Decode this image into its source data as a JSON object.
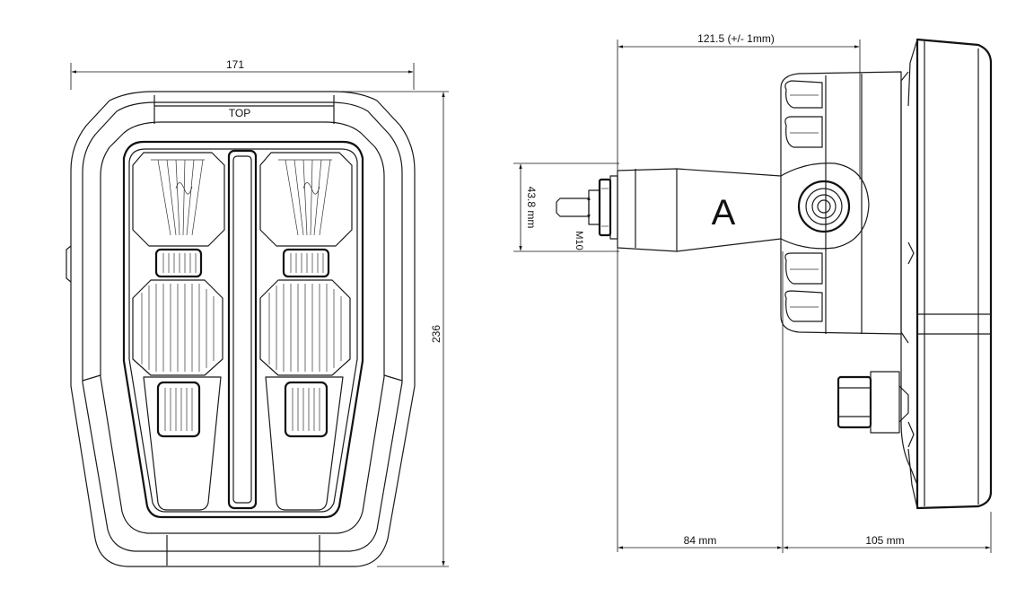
{
  "front_view": {
    "width_label": "171",
    "height_label": "236",
    "top_label": "TOP"
  },
  "side_view": {
    "overall_label": "121.5 (+/- 1mm)",
    "bolt_height_label": "43.8 mm",
    "thread_label": "M10",
    "bracket_label": "A",
    "bracket_depth_label": "84 mm",
    "body_depth_label": "105 mm"
  }
}
